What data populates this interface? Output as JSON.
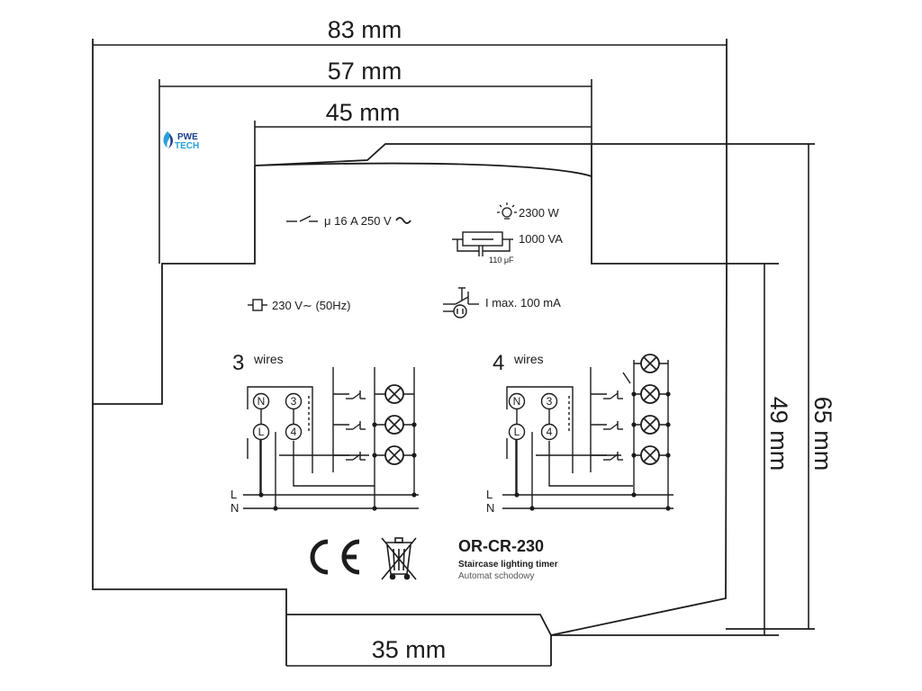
{
  "logo": {
    "line1": "PWE",
    "line2": "TECH"
  },
  "dimensions": {
    "width_total": "83 mm",
    "width_middle": "57 mm",
    "width_front": "45 mm",
    "width_base": "35 mm",
    "height_total": "65 mm",
    "height_body": "49 mm"
  },
  "specs": {
    "contact_rating": "μ 16 A 250 V",
    "lamp_power": "2300 W",
    "led_power": "1000 VA",
    "capacitance": "110 μF",
    "supply": "230 V∼ (50Hz)",
    "button_current": "I max. 100 mA"
  },
  "wiring": {
    "three": {
      "number": "3",
      "label": "wires"
    },
    "four": {
      "number": "4",
      "label": "wires"
    },
    "terminals": [
      "N",
      "3",
      "L",
      "4"
    ],
    "line_labels": [
      "L",
      "N"
    ]
  },
  "product": {
    "model": "OR-CR-230",
    "name_en": "Staircase lighting timer",
    "name_pl": "Automat schodowy"
  },
  "marks": {
    "ce": "CE"
  }
}
